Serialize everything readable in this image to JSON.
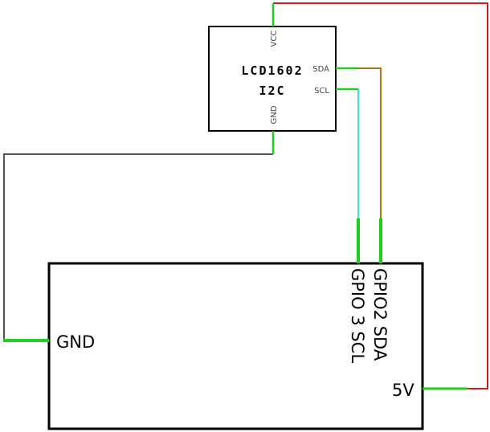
{
  "lcd_module": {
    "name_line1": "LCD1602",
    "name_line2": "I2C",
    "pins": {
      "vcc": "VCC",
      "sda": "SDA",
      "scl": "SCL",
      "gnd": "GND"
    }
  },
  "pi_board": {
    "pins": {
      "gnd": "GND",
      "gpio3": "GPIO 3 SCL",
      "gpio2": "GPIO2 SDA",
      "v5": "5V"
    }
  },
  "colors": {
    "vcc_wire": "#c82020",
    "sda_wire": "#a87a1e",
    "scl_wire": "#3ee8d0",
    "gnd_wire": "#555555",
    "pin_stub": "#22cc22",
    "outline": "#000000"
  }
}
